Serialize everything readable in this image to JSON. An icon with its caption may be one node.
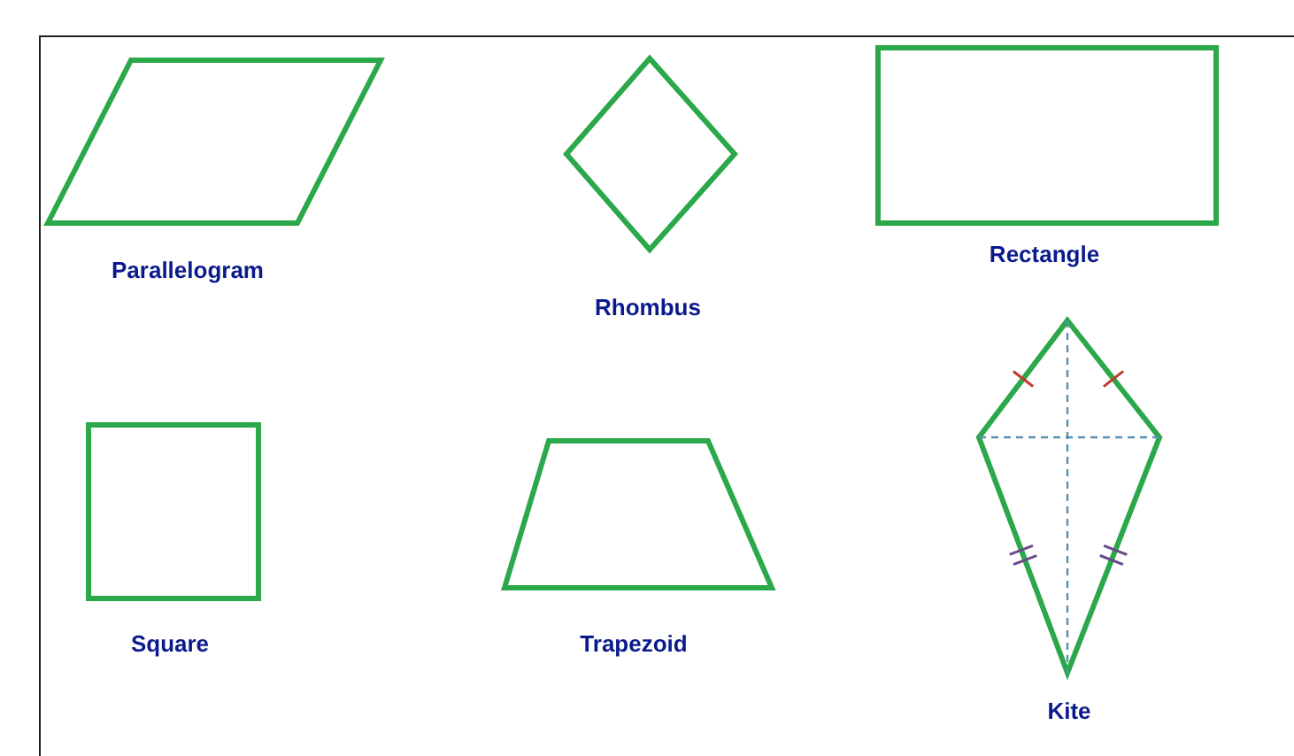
{
  "diagram": {
    "nodes": [
      {
        "text": [
          "Parallelogram"
        ]
      },
      {
        "text": [
          "Rhombus"
        ]
      },
      {
        "text": [
          "Rectangle"
        ]
      },
      {
        "text": [
          "Square"
        ]
      },
      {
        "text": [
          "Trapezoid"
        ]
      },
      {
        "text": [
          "Kite"
        ]
      }
    ]
  }
}
